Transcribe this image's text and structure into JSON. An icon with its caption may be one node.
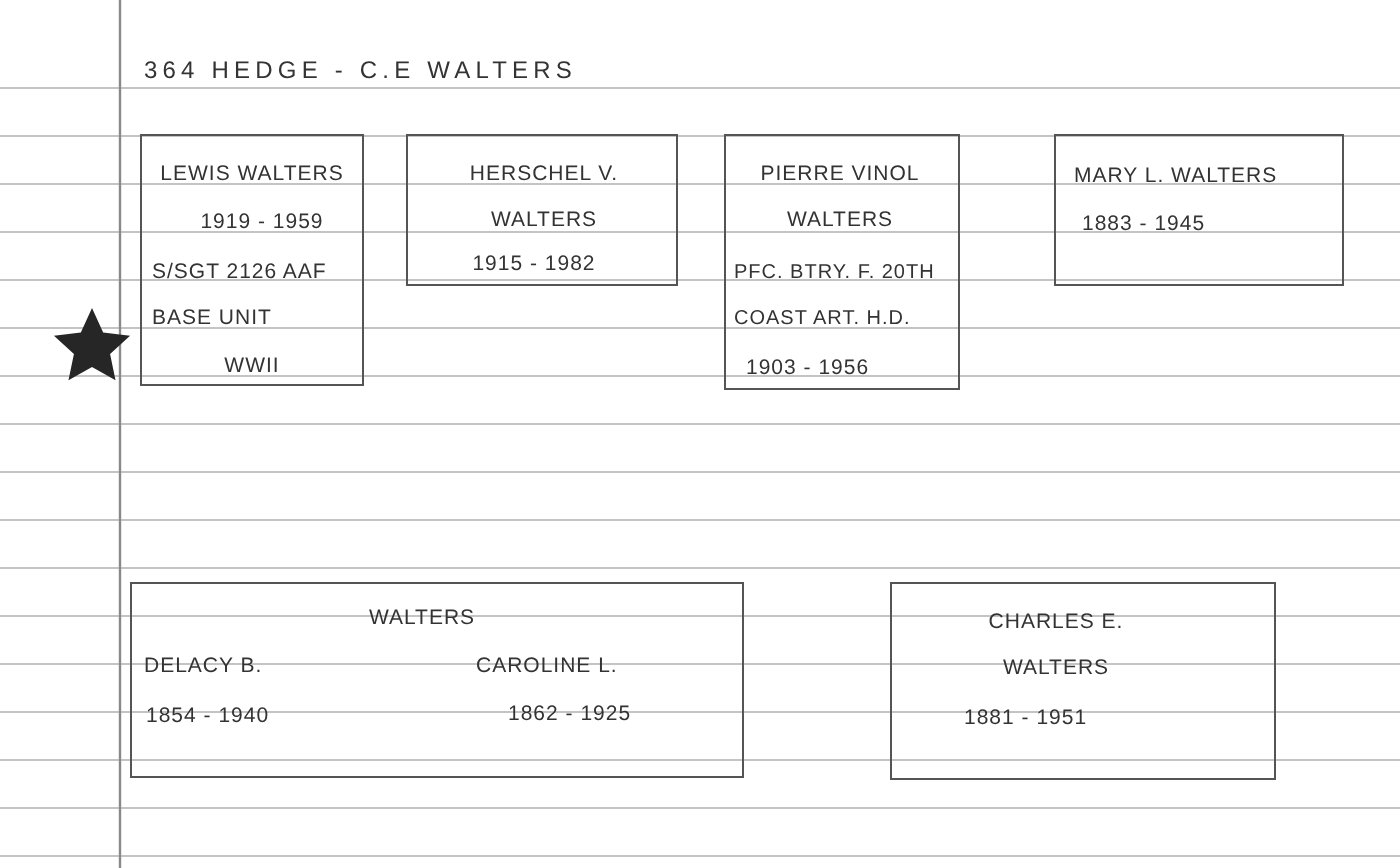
{
  "diagram": {
    "title": "364 HEDGE - C.E WALTERS",
    "nodes": [
      {
        "text": [
          "LEWIS WALTERS",
          "1919 - 1959",
          "S/SGT 2126 AAF BASE UNIT",
          "WWII"
        ]
      },
      {
        "text": [
          "HERSCHEL V. WALTERS",
          "1915 - 1982"
        ]
      },
      {
        "text": [
          "PIERRE VINOL WALTERS",
          "PFC. BTRY. F. 20TH COAST ART. H.D.",
          "1903 - 1956"
        ]
      },
      {
        "text": [
          "MARY L. WALTERS",
          "1883 - 1945"
        ]
      },
      {
        "text": [
          "WALTERS",
          "DELACY B.",
          "CAROLINE L.",
          "1854 - 1940",
          "1862 - 1925"
        ]
      },
      {
        "text": [
          "CHARLES E. WALTERS",
          "1881 - 1951"
        ]
      }
    ]
  }
}
